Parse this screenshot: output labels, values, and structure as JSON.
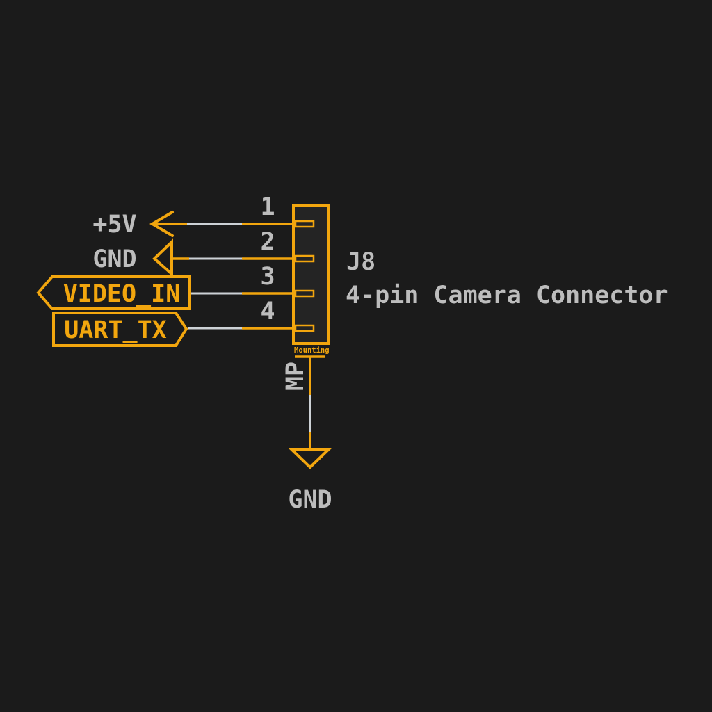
{
  "colors": {
    "bg": "#1b1b1b",
    "accent": "#f2a60e",
    "wire": "#cdd2d6",
    "text": "#bdbdbd",
    "body_fill": "#242424"
  },
  "schematic": {
    "component": {
      "reference": "J8",
      "value": "4-pin Camera Connector"
    },
    "pins": [
      {
        "number": "1",
        "net": "+5V",
        "label_style": "open-arrow-left"
      },
      {
        "number": "2",
        "net": "GND",
        "label_style": "triangle-left"
      },
      {
        "number": "3",
        "net": "VIDEO_IN",
        "label_style": "tag-point-left"
      },
      {
        "number": "4",
        "net": "UART_TX",
        "label_style": "tag-point-right"
      }
    ],
    "mounting": {
      "pin_name": "Mounting",
      "pin_label": "MP",
      "net": "GND"
    }
  }
}
